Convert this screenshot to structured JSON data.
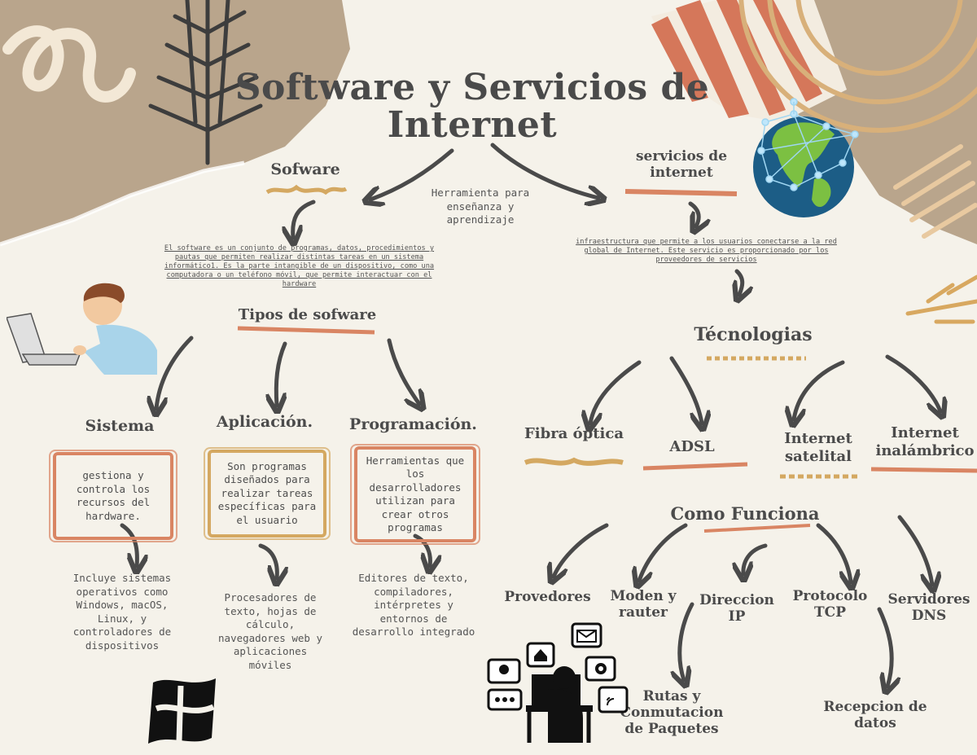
{
  "title": "Software y Servicios de Internet",
  "center_note": "Herramienta para enseñanza y aprendizaje",
  "software": {
    "heading": "Sofware",
    "description": "El software es un conjunto de programas, datos, procedimientos y pautas que permiten realizar distintas tareas en un sistema informático1. Es la parte intangible de un dispositivo, como una computadora o un teléfono móvil, que permite interactuar con el hardware",
    "types_heading": "Tipos de sofware",
    "types": [
      {
        "name": "Sistema",
        "box": "gestiona y controla los recursos del hardware.",
        "example": "Incluye sistemas operativos como Windows, macOS, Linux, y controladores de dispositivos"
      },
      {
        "name": "Aplicación.",
        "box": "Son programas diseñados para realizar tareas específicas para el usuario",
        "example": "Procesadores de texto, hojas de cálculo, navegadores web y aplicaciones móviles"
      },
      {
        "name": "Programación.",
        "box": "Herramientas que los desarrolladores utilizan para crear otros programas",
        "example": "Editores de texto, compiladores, intérpretes y entornos de desarrollo integrado"
      }
    ]
  },
  "internet": {
    "heading": "servicios de internet",
    "description": "infraestructura que permite a los usuarios conectarse a la red global de Internet. Este servicio es proporcionado por los proveedores de servicios",
    "tech_heading": "Técnologias",
    "technologies": [
      "Fibra óptica",
      "ADSL",
      "Internet satelital",
      "Internet inalámbrico"
    ],
    "how_heading": "Como Funciona",
    "how_items": [
      "Provedores",
      "Moden y rauter",
      "Direccion IP",
      "Protocolo TCP",
      "Servidores DNS"
    ],
    "sub_items": [
      "Rutas y Conmutacion de Paquetes",
      "Recepcion de datos"
    ]
  },
  "colors": {
    "orange": "#d98563",
    "tan": "#d4a861",
    "dark": "#4a4a4a",
    "paper": "#b39e85"
  }
}
